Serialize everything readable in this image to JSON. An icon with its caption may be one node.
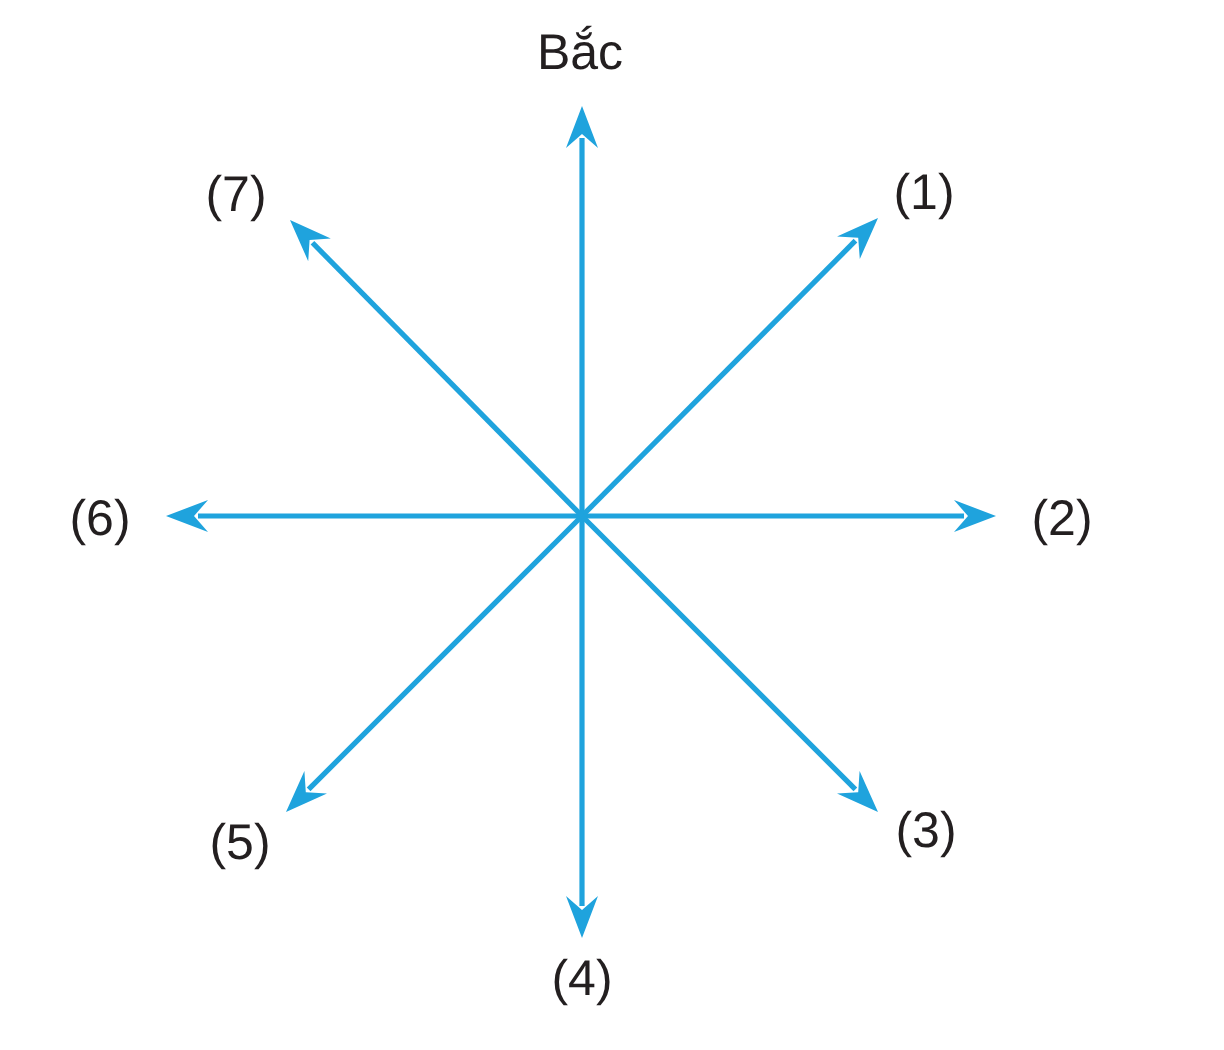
{
  "diagram": {
    "labels": [
      "Bắc",
      "(7)",
      "(1)",
      "(6)",
      "(2)",
      "(5)",
      "(3)",
      "(4)"
    ]
  }
}
